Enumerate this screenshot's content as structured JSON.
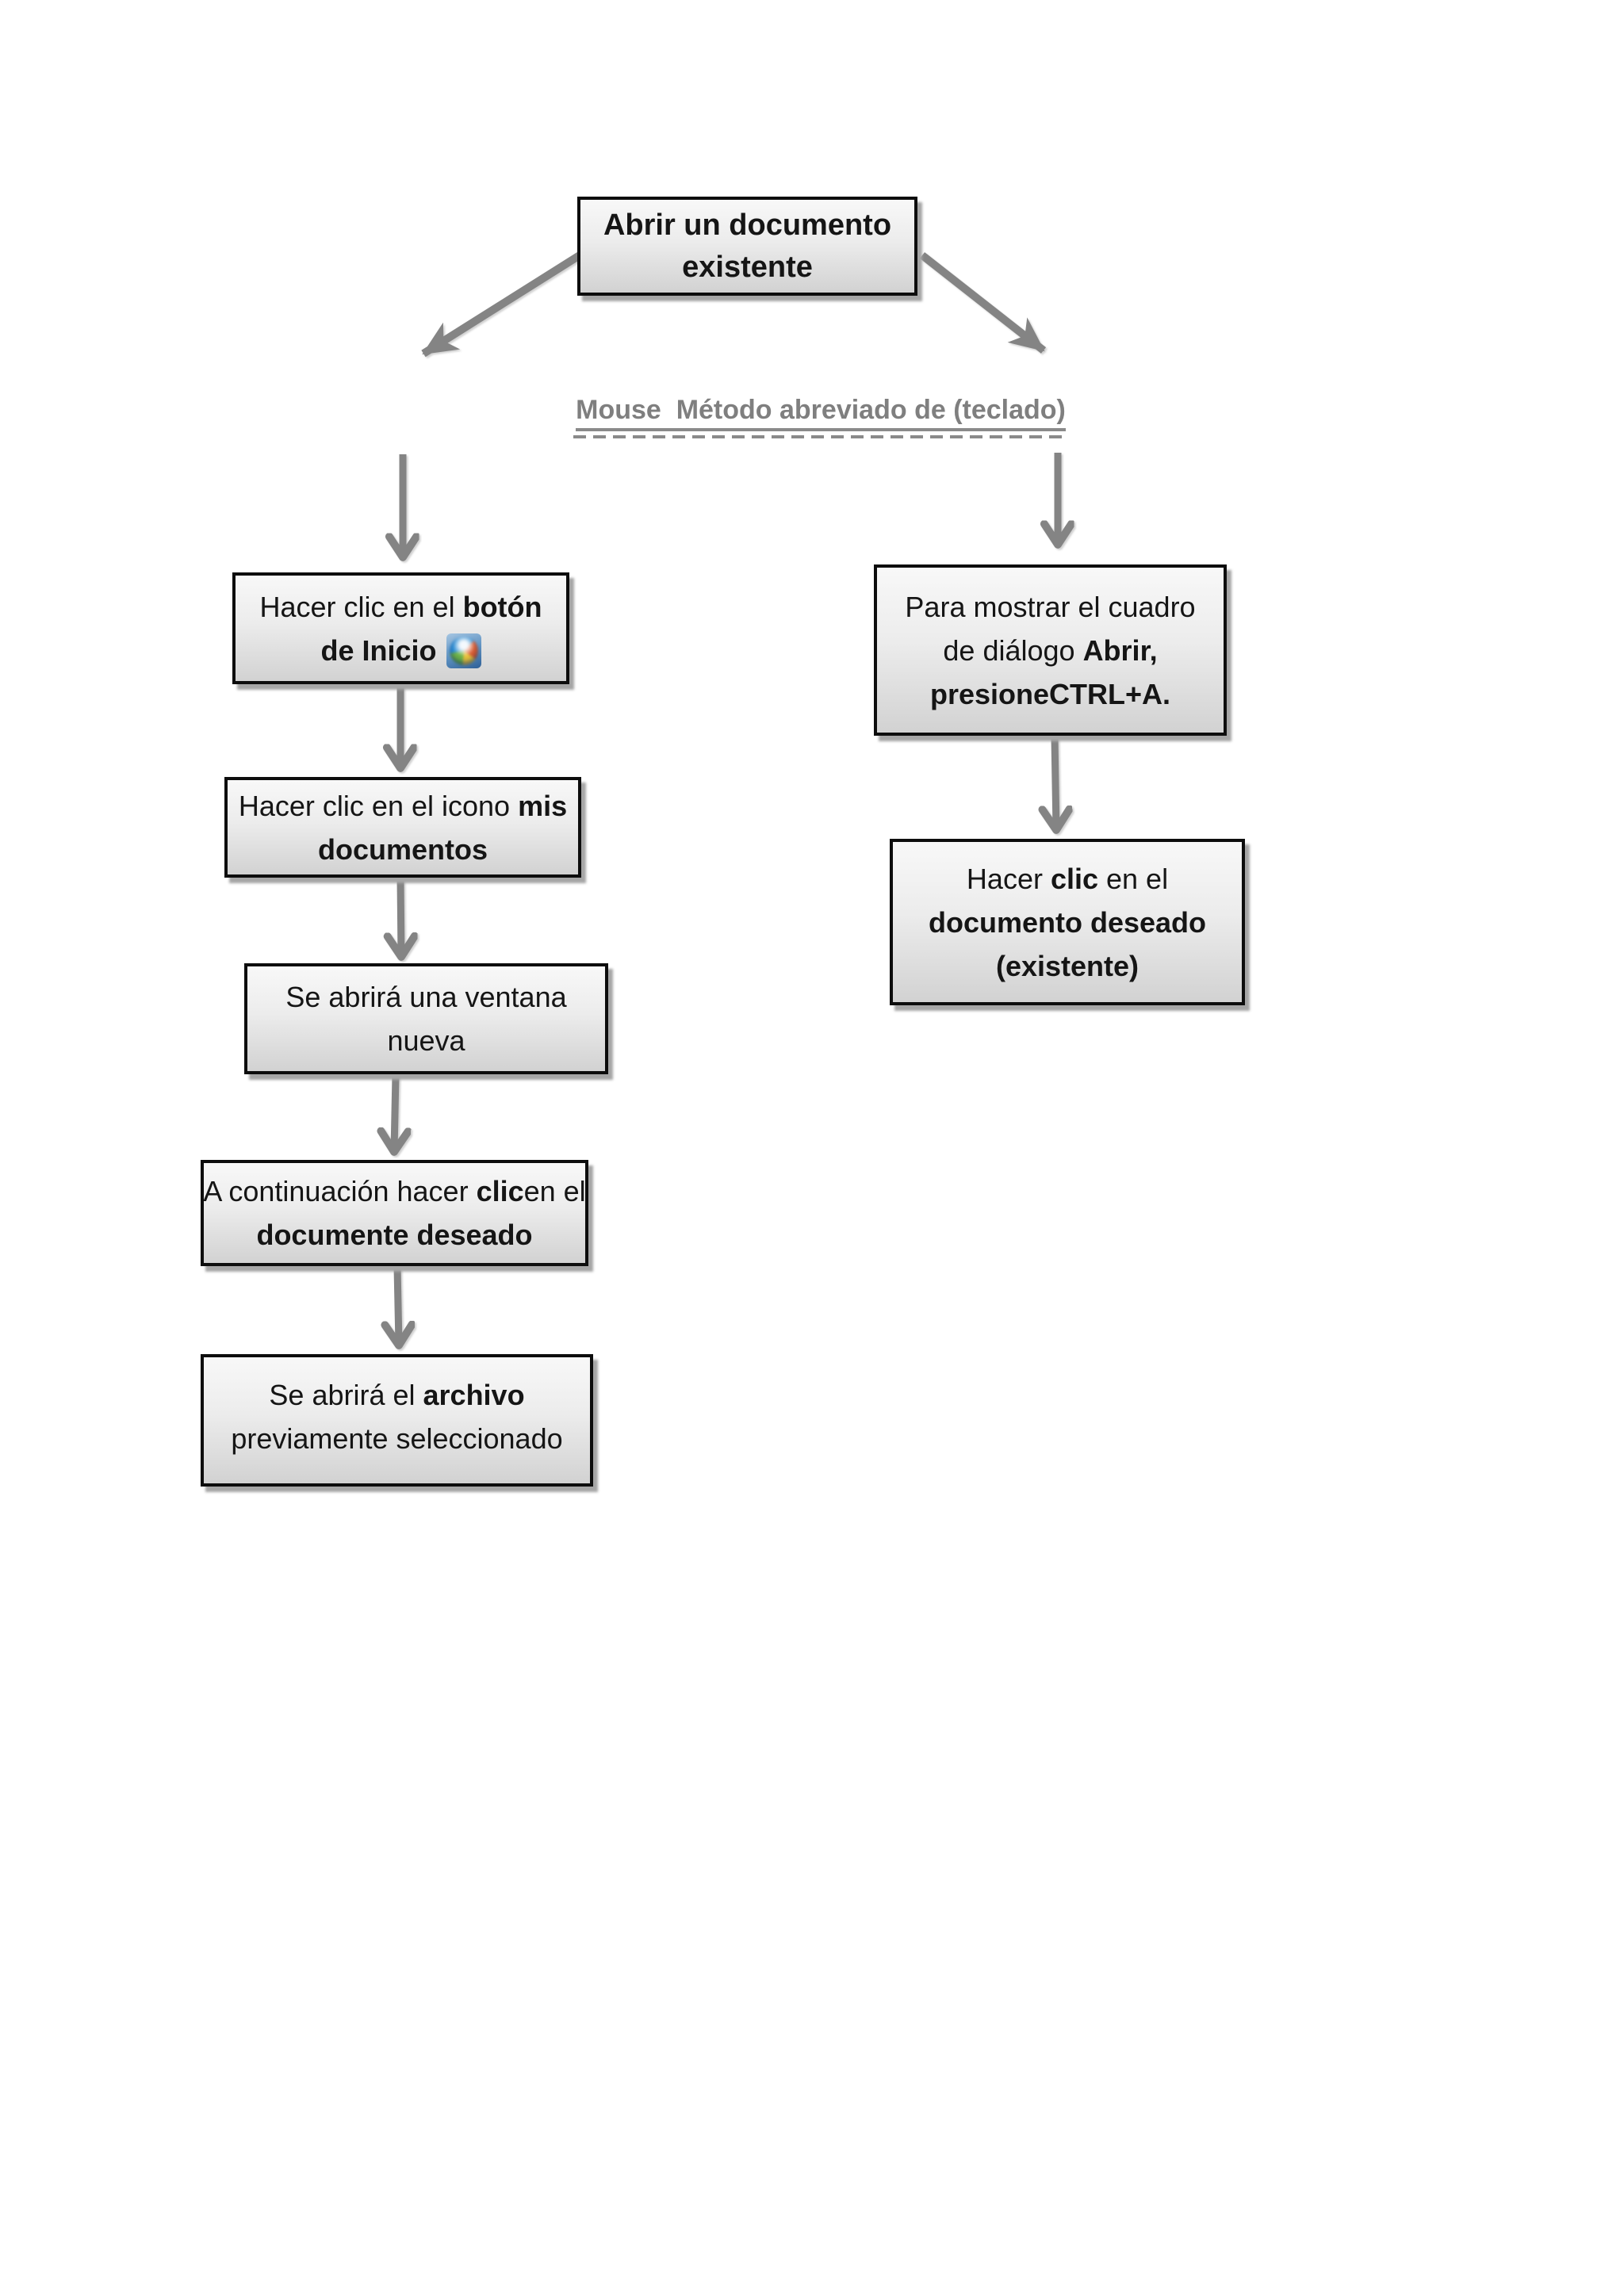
{
  "diagram": {
    "title_box": {
      "line1": "Abrir un documento",
      "line2": "existente"
    },
    "branch_heading": "Mouse  Método abreviado de (teclado)",
    "mouse_branch": {
      "box1": {
        "seg1": "Hacer clic en el ",
        "seg2": "botón",
        "line2_bold": "de Inicio",
        "icon": "windows-start-orb"
      },
      "box2": {
        "seg1": "Hacer clic en el icono ",
        "seg2": "mis",
        "line2_bold": "documentos"
      },
      "box3": {
        "line1": "Se abrirá una ventana",
        "line2": "nueva"
      },
      "box4": {
        "seg1": "A continuación hacer ",
        "seg2": "clic",
        "seg3": "en el",
        "line2_bold": "documente deseado"
      },
      "box5": {
        "seg1": "Se abrirá el ",
        "seg2": "archivo",
        "line2": "previamente seleccionado"
      }
    },
    "keyboard_branch": {
      "box1": {
        "line1": "Para mostrar el cuadro",
        "seg1": "de diálogo ",
        "seg2": "Abrir,",
        "line3_bold": "presioneCTRL+A."
      },
      "box2": {
        "seg1": "Hacer ",
        "seg2": "clic",
        "seg3": " en el",
        "line2_bold": "documento deseado",
        "line3_bold": "(existente)"
      }
    },
    "colors": {
      "arrow": "#848484",
      "heading_text": "#7f7f7f",
      "box_border": "#0d0d0d",
      "box_fill_top": "#f8f8f8",
      "box_fill_bottom": "#d2d2d2",
      "box_shadow": "#a6a6a6",
      "text": "#151515"
    }
  }
}
